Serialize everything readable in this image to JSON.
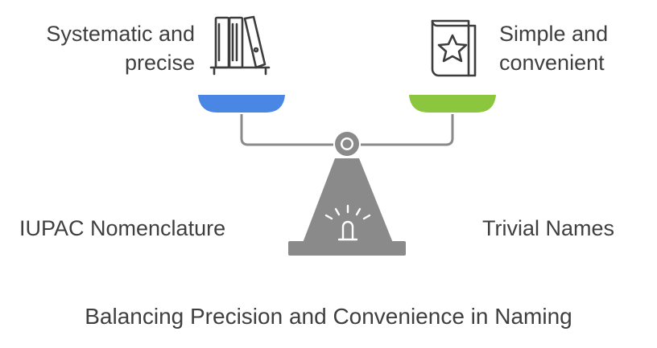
{
  "left_side": {
    "description_line1": "Systematic and",
    "description_line2": "precise",
    "label": "IUPAC Nomenclature",
    "icon": "books-on-shelf-icon",
    "pan_color": "#4a86e4"
  },
  "right_side": {
    "description_line1": "Simple and",
    "description_line2": "convenient",
    "label": "Trivial Names",
    "icon": "star-book-icon",
    "pan_color": "#8cc63f"
  },
  "title": "Balancing Precision and Convenience in Naming",
  "colors": {
    "scale_gray": "#8a8a8a",
    "icon_stroke": "#3d3d3d"
  }
}
